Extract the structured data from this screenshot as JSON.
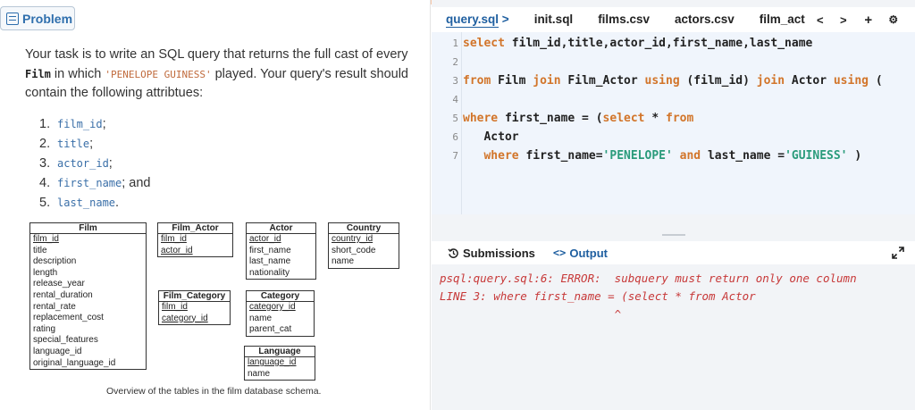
{
  "problem_tab": {
    "label": "Problem"
  },
  "task": {
    "p1": "Your task is to write an SQL query that returns the full cast of every ",
    "film_word": "Film",
    "p2": " in which ",
    "actor_literal": "'PENELOPE GUINESS'",
    "p3": " played. Your query's result should contain the following attribtues:"
  },
  "fields": [
    {
      "num": "1.",
      "code": "film_id",
      "suffix": ";"
    },
    {
      "num": "2.",
      "code": "title",
      "suffix": ";"
    },
    {
      "num": "3.",
      "code": "actor_id",
      "suffix": ";"
    },
    {
      "num": "4.",
      "code": "first_name",
      "suffix": "; and"
    },
    {
      "num": "5.",
      "code": "last_name",
      "suffix": "."
    }
  ],
  "schema": {
    "film": {
      "name": "Film",
      "rows": [
        "film_id",
        "title",
        "description",
        "length",
        "release_year",
        "rental_duration",
        "rental_rate",
        "replacement_cost",
        "rating",
        "special_features",
        "language_id",
        "original_language_id"
      ]
    },
    "film_actor": {
      "name": "Film_Actor",
      "rows": [
        "film_id",
        "actor_id"
      ]
    },
    "actor": {
      "name": "Actor",
      "rows": [
        "actor_id",
        "first_name",
        "last_name",
        "nationality"
      ]
    },
    "country": {
      "name": "Country",
      "rows": [
        "country_id",
        "short_code",
        "name"
      ]
    },
    "film_category": {
      "name": "Film_Category",
      "rows": [
        "film_id",
        "category_id"
      ]
    },
    "category": {
      "name": "Category",
      "rows": [
        "category_id",
        "name",
        "parent_cat"
      ]
    },
    "language": {
      "name": "Language",
      "rows": [
        "language_id",
        "name"
      ]
    },
    "caption": "Overview of the tables in the film database schema."
  },
  "tabs": {
    "active": "query.sql",
    "active_chevron": ">",
    "others": [
      "init.sql",
      "films.csv",
      "actors.csv",
      "film_act"
    ],
    "prev": "<",
    "next": ">",
    "add": "+",
    "settings": "⚙"
  },
  "editor": {
    "line_numbers": [
      "1",
      "2",
      "3",
      "4",
      "5",
      "6",
      "7"
    ],
    "l1_kw": "select",
    "l1_rest": " film_id,title,actor_id,first_name,last_name",
    "l3_kw1": "from",
    "l3_t1": " Film ",
    "l3_kw2": "join",
    "l3_t2": " Film_Actor ",
    "l3_kw3": "using",
    "l3_t3": " (film_id) ",
    "l3_kw4": "join",
    "l3_t4": " Actor ",
    "l3_kw5": "using",
    "l3_t5": " (",
    "l5_kw1": "where",
    "l5_t1": " first_name = (",
    "l5_kw2": "select",
    "l5_t2": " * ",
    "l5_kw3": "from",
    "l6_t1": "   Actor",
    "l7_kw1": "   where",
    "l7_t1": " first_name=",
    "l7_s1": "'PENELOPE'",
    "l7_t2": " ",
    "l7_kw2": "and",
    "l7_t3": " last_name =",
    "l7_s2": "'GUINESS'",
    "l7_t4": " )"
  },
  "results": {
    "submissions_label": "Submissions",
    "output_label": "Output",
    "error_lines": [
      "psql:query.sql:6: ERROR:  subquery must return only one column",
      "LINE 3: where first_name = (select * from Actor",
      "                          ^"
    ]
  }
}
